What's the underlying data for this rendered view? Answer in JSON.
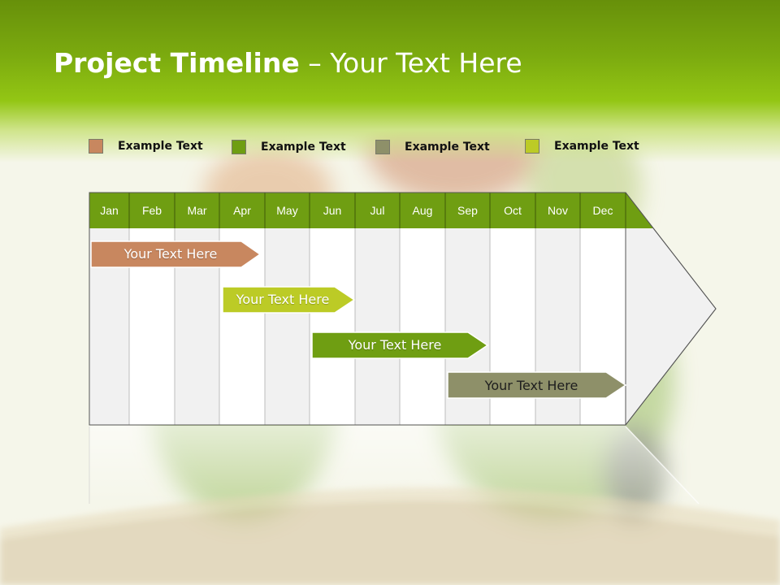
{
  "header": {
    "title_bold": "Project Timeline",
    "title_rest": " – Your Text Here"
  },
  "legend": [
    {
      "label": "Example Text",
      "color": "#c8875f"
    },
    {
      "label": "Example Text",
      "color": "#6f9e12"
    },
    {
      "label": "Example Text",
      "color": "#8e9069"
    },
    {
      "label": "Example Text",
      "color": "#bccb26"
    }
  ],
  "timeline": {
    "months": [
      "Jan",
      "Feb",
      "Mar",
      "Apr",
      "May",
      "Jun",
      "Jul",
      "Aug",
      "Sep",
      "Oct",
      "Nov",
      "Dec"
    ],
    "header_color": "#6f9e12",
    "tasks": [
      {
        "label": "Your  Text Here",
        "color": "#c8875f"
      },
      {
        "label": "Your  Text Here",
        "color": "#bccb26"
      },
      {
        "label": "Your  Text Here",
        "color": "#6f9e12"
      },
      {
        "label": "Your  Text Here",
        "color": "#8e9069"
      }
    ]
  }
}
